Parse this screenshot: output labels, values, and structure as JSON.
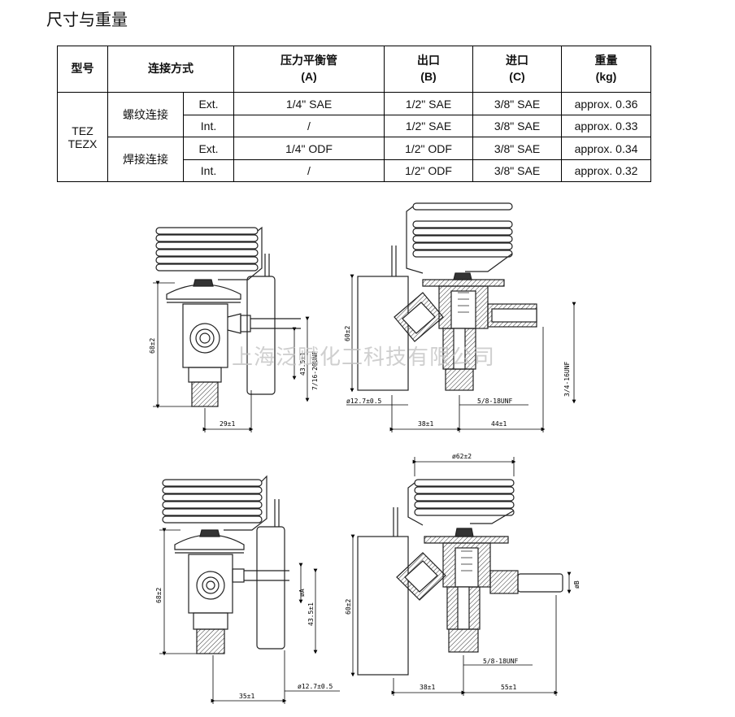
{
  "title": "尺寸与重量",
  "table": {
    "headers": {
      "model": "型号",
      "connection": "连接方式",
      "equalizer": "压力平衡管",
      "equalizer_sub": "(A)",
      "outlet": "出口",
      "outlet_sub": "(B)",
      "inlet": "进口",
      "inlet_sub": "(C)",
      "weight": "重量",
      "weight_sub": "(kg)"
    },
    "model_line1": "TEZ",
    "model_line2": "TEZX",
    "groups": [
      "螺纹连接",
      "焊接连接"
    ],
    "rows": [
      {
        "type": "Ext.",
        "a": "1/4\" SAE",
        "b": "1/2\" SAE",
        "c": "3/8\" SAE",
        "w": "approx. 0.36"
      },
      {
        "type": "Int.",
        "a": "/",
        "b": "1/2\" SAE",
        "c": "3/8\" SAE",
        "w": "approx. 0.33"
      },
      {
        "type": "Ext.",
        "a": "1/4\" ODF",
        "b": "1/2\" ODF",
        "c": "3/8\" SAE",
        "w": "approx. 0.34"
      },
      {
        "type": "Int.",
        "a": "/",
        "b": "1/2\" ODF",
        "c": "3/8\" SAE",
        "w": "approx. 0.32"
      }
    ]
  },
  "watermark": "上海泛赋化工科技有限公司",
  "dims": {
    "d1_height": "68±2",
    "d1_43": "43.5±1",
    "d1_thread": "7/16-20UNF",
    "d1_width": "29±1",
    "d2_60": "60±2",
    "d2_bulb": "ø12.7±0.5",
    "d2_thread_out": "5/8-18UNF",
    "d2_thread_in": "3/4-16UNF",
    "d2_38": "38±1",
    "d2_44": "44±1",
    "d3_height": "68±2",
    "d3_A": "øA",
    "d3_43": "43.5±1",
    "d3_bulb": "ø12.7±0.5",
    "d3_width": "35±1",
    "d4_62": "ø62±2",
    "d4_60": "60±2",
    "d4_B": "øB",
    "d4_thread": "5/8-18UNF",
    "d4_38": "38±1",
    "d4_55": "55±1"
  }
}
